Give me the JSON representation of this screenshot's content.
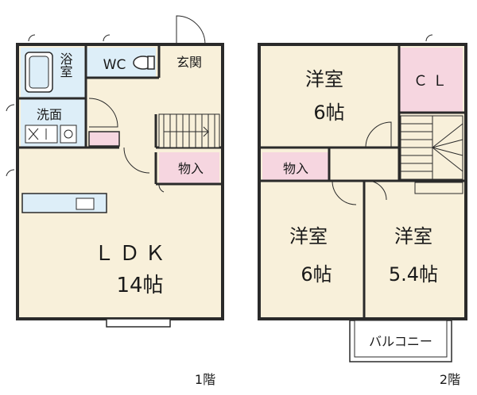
{
  "floor1": {
    "bath": "浴室",
    "wc": "WC",
    "entrance": "玄関",
    "washroom": "洗面",
    "storage": "物入",
    "ldk": "ＬＤＫ",
    "ldk_size": "14帖",
    "floor_label": "1階"
  },
  "floor2": {
    "room_a": "洋室",
    "room_a_size": "6帖",
    "closet": "ＣＬ",
    "storage": "物入",
    "room_b": "洋室",
    "room_b_size": "6帖",
    "room_c": "洋室",
    "room_c_size": "5.4帖",
    "balcony": "バルコニー",
    "floor_label": "2階"
  },
  "colors": {
    "room_fill": "#f8f0da",
    "wet_fill": "#ddeef8",
    "closet_fill": "#f6d6e0",
    "wall": "#2a2a2a"
  }
}
